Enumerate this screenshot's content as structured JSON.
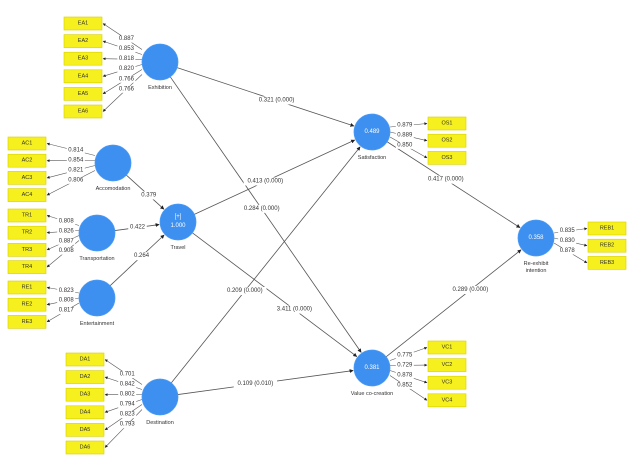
{
  "title": "PLS-SEM structural model",
  "colors": {
    "latent_fill": "#3d8ff0",
    "indicator_fill": "#f5f01e",
    "line": "#555555"
  },
  "latent_variables": [
    {
      "id": "exhibition",
      "name": "Exhibition",
      "value": ""
    },
    {
      "id": "accomodation",
      "name": "Accomodation",
      "value": ""
    },
    {
      "id": "transportation",
      "name": "Transportation",
      "value": ""
    },
    {
      "id": "entertainment",
      "name": "Entertainment",
      "value": ""
    },
    {
      "id": "travel",
      "name": "Travel",
      "value": "1.000",
      "tag": "[+]"
    },
    {
      "id": "destination",
      "name": "Destination",
      "value": ""
    },
    {
      "id": "satisfaction",
      "name": "Satisfaction",
      "value": "0.489"
    },
    {
      "id": "value_cocreation",
      "name": "Value co-creation",
      "value": "0.381"
    },
    {
      "id": "reexhibit",
      "name": "Re-exhibit\nintention",
      "value": "0.358"
    }
  ],
  "indicators": {
    "exhibition": {
      "side": "left",
      "items": [
        {
          "name": "EA1",
          "loading": "0.887"
        },
        {
          "name": "EA2",
          "loading": "0.853"
        },
        {
          "name": "EA3",
          "loading": "0.818"
        },
        {
          "name": "EA4",
          "loading": "0.820"
        },
        {
          "name": "EA5",
          "loading": "0.766"
        },
        {
          "name": "EA6",
          "loading": "0.766"
        }
      ]
    },
    "accomodation": {
      "side": "left",
      "items": [
        {
          "name": "AC1",
          "loading": "0.814"
        },
        {
          "name": "AC2",
          "loading": "0.854"
        },
        {
          "name": "AC3",
          "loading": "0.821"
        },
        {
          "name": "AC4",
          "loading": "0.806"
        }
      ]
    },
    "transportation": {
      "side": "left",
      "items": [
        {
          "name": "TR1",
          "loading": "0.808"
        },
        {
          "name": "TR2",
          "loading": "0.826"
        },
        {
          "name": "TR3",
          "loading": "0.887"
        },
        {
          "name": "TR4",
          "loading": "0.908"
        }
      ]
    },
    "entertainment": {
      "side": "left",
      "items": [
        {
          "name": "RE1",
          "loading": "0.823"
        },
        {
          "name": "RE2",
          "loading": "0.808"
        },
        {
          "name": "RE3",
          "loading": "0.817"
        }
      ]
    },
    "destination": {
      "side": "left",
      "items": [
        {
          "name": "DA1",
          "loading": "0.701"
        },
        {
          "name": "DA2",
          "loading": "0.842"
        },
        {
          "name": "DA3",
          "loading": "0.802"
        },
        {
          "name": "DA4",
          "loading": "0.794"
        },
        {
          "name": "DA5",
          "loading": "0.823"
        },
        {
          "name": "DA6",
          "loading": "0.793"
        }
      ]
    },
    "satisfaction": {
      "side": "right",
      "items": [
        {
          "name": "OS1",
          "loading": "0.879"
        },
        {
          "name": "OS2",
          "loading": "0.889"
        },
        {
          "name": "OS3",
          "loading": "0.850"
        }
      ]
    },
    "value_cocreation": {
      "side": "right",
      "items": [
        {
          "name": "VC1",
          "loading": "0.775"
        },
        {
          "name": "VC2",
          "loading": "0.729"
        },
        {
          "name": "VC3",
          "loading": "0.878"
        },
        {
          "name": "VC4",
          "loading": "0.852"
        }
      ]
    },
    "reexhibit": {
      "side": "right",
      "items": [
        {
          "name": "REB1",
          "loading": "0.835"
        },
        {
          "name": "REB2",
          "loading": "0.830"
        },
        {
          "name": "REB3",
          "loading": "0.878"
        }
      ]
    }
  },
  "paths": [
    {
      "from": "accomodation",
      "to": "travel",
      "label": "0.379"
    },
    {
      "from": "transportation",
      "to": "travel",
      "label": "0.422"
    },
    {
      "from": "entertainment",
      "to": "travel",
      "label": "0.264"
    },
    {
      "from": "exhibition",
      "to": "satisfaction",
      "label": "0.321 (0.000)"
    },
    {
      "from": "exhibition",
      "to": "value_cocreation",
      "label": "0.284 (0.000)"
    },
    {
      "from": "travel",
      "to": "satisfaction",
      "label": "0.413 (0.000)"
    },
    {
      "from": "travel",
      "to": "value_cocreation",
      "label": "3.411 (0.000)"
    },
    {
      "from": "destination",
      "to": "satisfaction",
      "label": "0.209 (0.000)"
    },
    {
      "from": "destination",
      "to": "value_cocreation",
      "label": "0.109 (0.010)"
    },
    {
      "from": "satisfaction",
      "to": "reexhibit",
      "label": "0.417 (0.000)"
    },
    {
      "from": "value_cocreation",
      "to": "reexhibit",
      "label": "0.289 (0.000)"
    }
  ]
}
